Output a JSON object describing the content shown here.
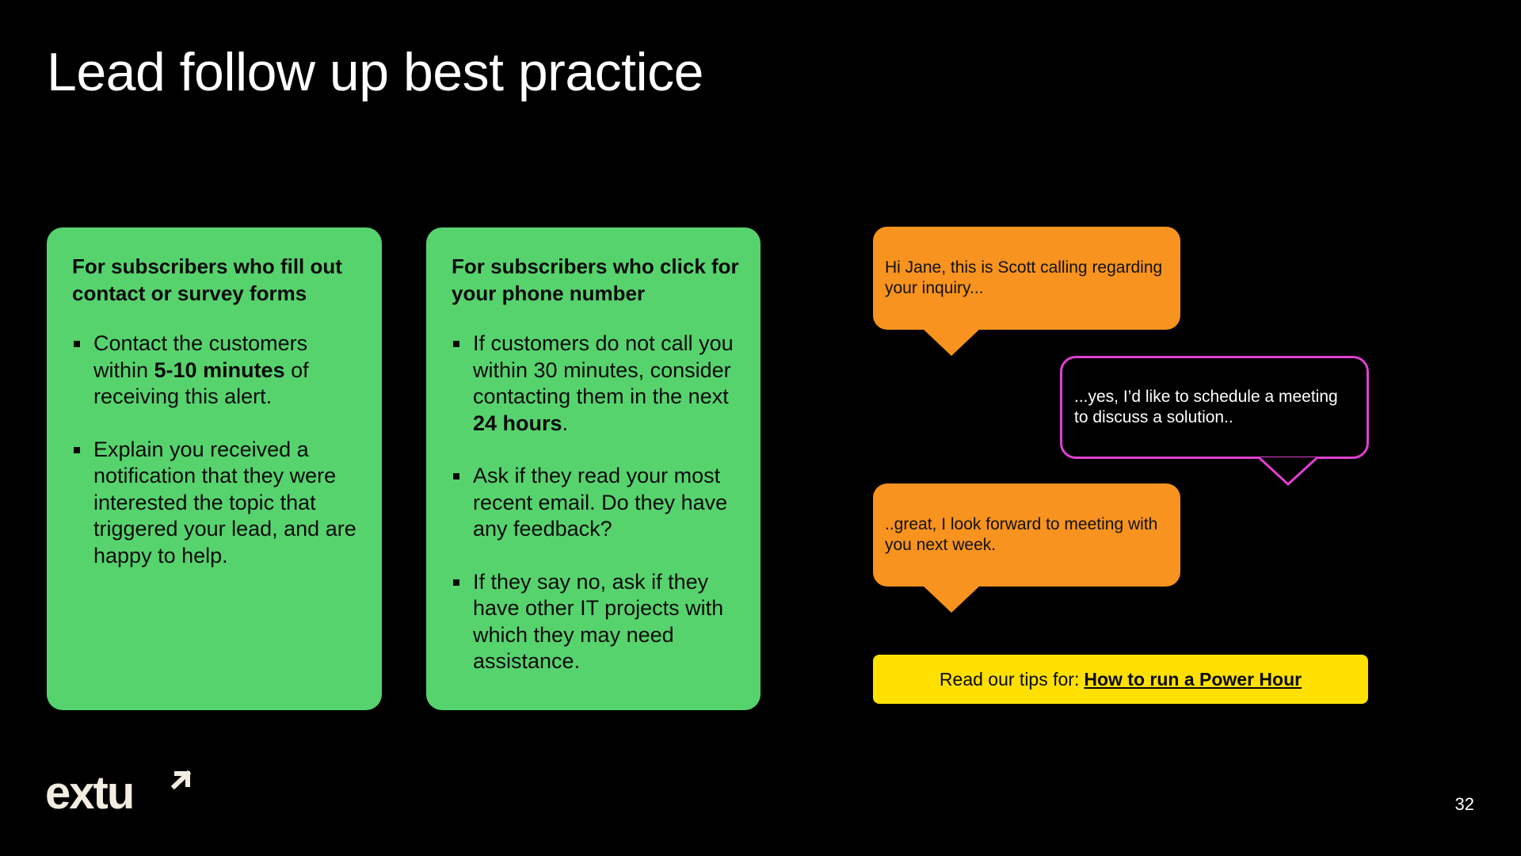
{
  "slide": {
    "title": "Lead follow up best practice",
    "page_number": "32",
    "logo_text": "extu"
  },
  "cards": [
    {
      "heading": "For subscribers who fill out contact or survey forms",
      "bullets": [
        {
          "pre": "Contact the customers within ",
          "bold": "5-10 minutes",
          "post": " of receiving this alert."
        },
        {
          "text": "Explain you received a notification that they were interested the topic that triggered your lead, and are happy to help."
        }
      ]
    },
    {
      "heading": "For subscribers who click for your phone number",
      "bullets": [
        {
          "pre": "If customers do not call you within 30 minutes, consider contacting them in the next ",
          "bold": "24 hours",
          "post": "."
        },
        {
          "text": "Ask if they read your most recent email. Do they have any feedback?"
        },
        {
          "text": "If they say no, ask if they have other IT projects with which they may need assistance."
        }
      ]
    }
  ],
  "conversation": [
    {
      "text": "Hi Jane, this is Scott calling regarding your inquiry..."
    },
    {
      "text": "...yes, I’d like to schedule a meeting to discuss a solution.."
    },
    {
      "text": "..great, I look forward to meeting with you next week."
    }
  ],
  "tips": {
    "prefix": "Read our tips for:",
    "link": "How to run a Power Hour"
  },
  "colors": {
    "background": "#000000",
    "card_green": "#57d36e",
    "bubble_orange": "#f7931e",
    "bubble_magenta_border": "#e040d0",
    "tips_yellow": "#ffe000",
    "logo": "#f2ede0"
  }
}
